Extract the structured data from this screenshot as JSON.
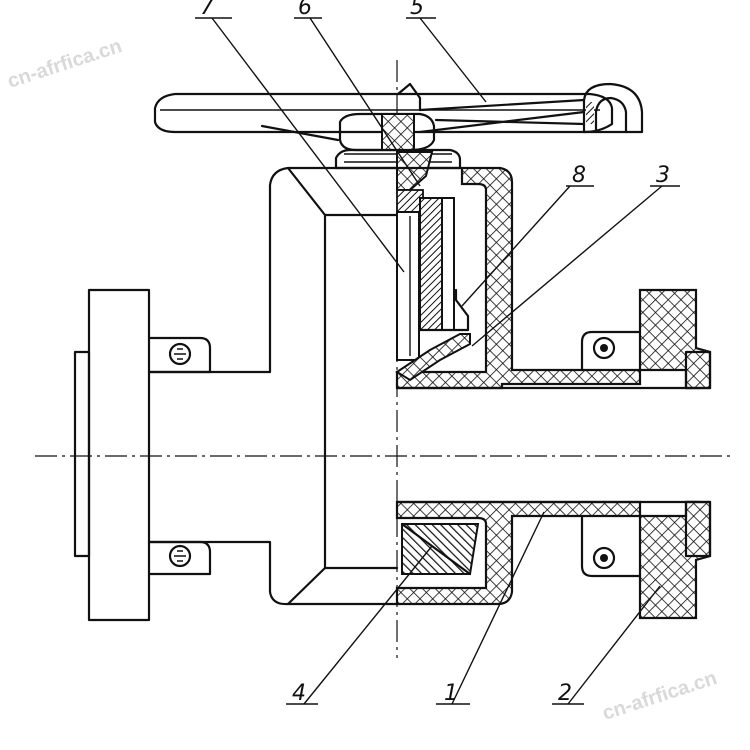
{
  "callouts": [
    {
      "id": "1",
      "label": "1"
    },
    {
      "id": "2",
      "label": "2"
    },
    {
      "id": "3",
      "label": "3"
    },
    {
      "id": "4",
      "label": "4"
    },
    {
      "id": "5",
      "label": "5"
    },
    {
      "id": "6",
      "label": "6"
    },
    {
      "id": "7",
      "label": "7"
    },
    {
      "id": "8",
      "label": "8"
    }
  ],
  "watermarks": {
    "top_left": "cn-afrfica.cn",
    "bottom_right": "cn-afrfica.cn"
  }
}
